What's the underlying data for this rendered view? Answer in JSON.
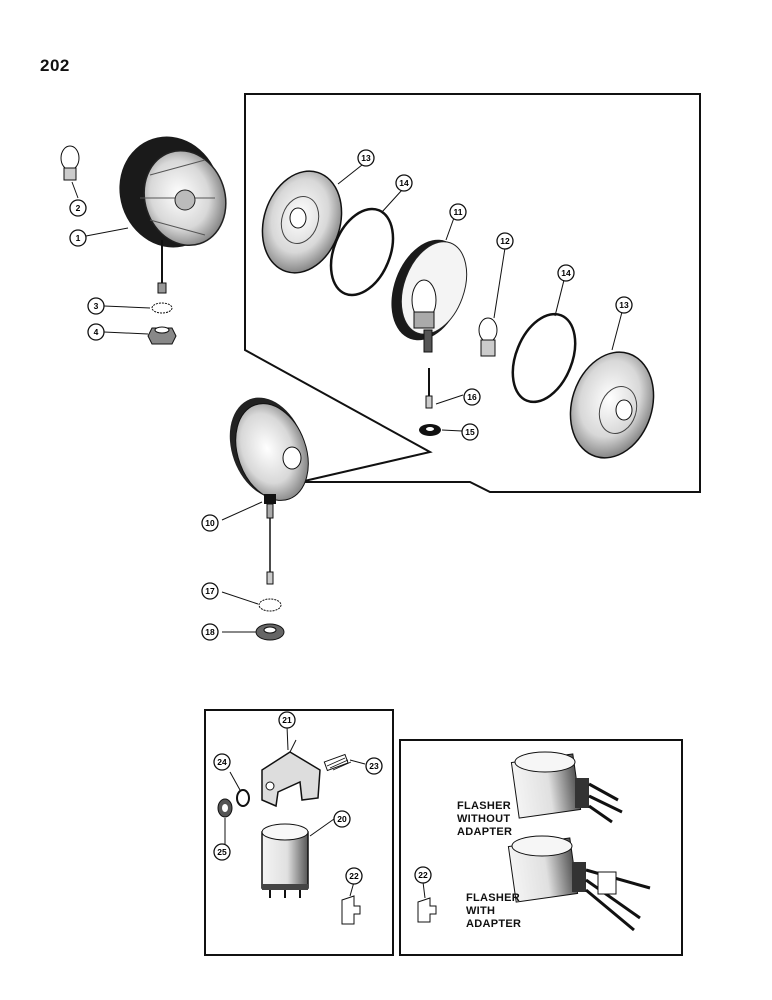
{
  "page_number": "202",
  "callouts": {
    "c1": "1",
    "c2": "2",
    "c3": "3",
    "c4": "4",
    "c10": "10",
    "c11": "11",
    "c12": "12",
    "c13a": "13",
    "c13b": "13",
    "c14a": "14",
    "c14b": "14",
    "c15": "15",
    "c16": "16",
    "c17": "17",
    "c18": "18",
    "c20": "20",
    "c21": "21",
    "c22a": "22",
    "c22b": "22",
    "c23": "23",
    "c24": "24",
    "c25": "25"
  },
  "flasher_captions": {
    "without_adapter": [
      "FLASHER",
      "WITHOUT",
      "ADAPTER"
    ],
    "with_adapter": [
      "FLASHER",
      "WITH",
      "ADAPTER"
    ]
  },
  "colors": {
    "ink": "#111111",
    "paper": "#ffffff",
    "shade": "#3a3a3a"
  }
}
